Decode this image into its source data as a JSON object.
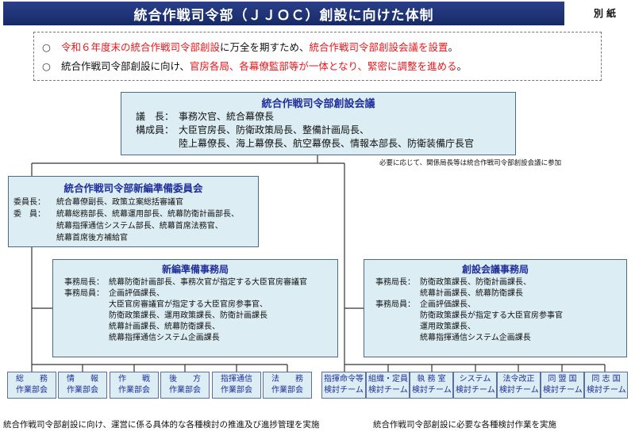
{
  "header": {
    "title": "統合作戦司令部（ＪＪＯＣ）創設に向けた体制",
    "annex_label": "別紙"
  },
  "notes": [
    {
      "bullet": "○",
      "parts": [
        {
          "text": "令和６年度末の統合作戦司令部創設",
          "red": true
        },
        {
          "text": "に万全を期すため、",
          "red": false
        },
        {
          "text": "統合作戦司令部創設会議を設置",
          "red": true
        },
        {
          "text": "。",
          "red": false
        }
      ]
    },
    {
      "bullet": "○",
      "parts": [
        {
          "text": "統合作戦司令部創設に向け、",
          "red": false
        },
        {
          "text": "官房各局、各幕僚監部等が一体となり、緊密に調整を進める",
          "red": true
        },
        {
          "text": "。",
          "red": false
        }
      ]
    }
  ],
  "council": {
    "title": "統合作戦司令部創設会議",
    "chair_label": "議　長：",
    "chair_value": "事務次官、統合幕僚長",
    "members_label": "構成員：",
    "members_line1": "大臣官房長、防衛政策局長、整備計画局長、",
    "members_line2": "陸上幕僚長、海上幕僚長、航空幕僚長、情報本部長、防衛装備庁長官"
  },
  "side_note": "必要に応じて、関係局長等は統合作戦司令部創設会議に参加",
  "prep_committee": {
    "title": "統合作戦司令部新編準備委員会",
    "chair_label": "委員長：",
    "chair_value": "統合幕僚副長、政策立案総括審議官",
    "members_label": "委　員：",
    "members_line1": "統幕総務部長、統幕運用部長、統幕防衛計画部長、",
    "members_line2": "統幕指揮通信システム部長、統幕首席法務官、",
    "members_line3": "統幕首席後方補給官"
  },
  "new_office": {
    "title": "新編準備事務局",
    "head_label": "事務局長：",
    "head_value": "統幕防衛計画部長、事務次官が指定する大臣官房審議官",
    "staff_label": "事務局員：",
    "staff_lines": [
      "企画評価課長、",
      "大臣官房審議官が指定する大臣官房参事官、",
      "防衛政策課長、運用政策課長、防衛計画課長",
      "統幕計画課長、統幕防衛課長、",
      "統幕指揮通信システム企画課長"
    ]
  },
  "founding_office": {
    "title": "創設会議事務局",
    "head_label": "事務局長：",
    "head_lines": [
      "防衛政策課長、防衛計画課長、",
      "統幕計画課長、統幕防衛課長"
    ],
    "staff_label": "事務局員：",
    "staff_lines": [
      "企画評価課長、",
      "防衛政策課長が指定する大臣官房参事官",
      "運用政策課長、",
      "統幕指揮通信システム企画課長"
    ]
  },
  "working_groups_left": [
    {
      "line1": "総　　務",
      "line2": "作業部会"
    },
    {
      "line1": "情　　報",
      "line2": "作業部会"
    },
    {
      "line1": "作　　戦",
      "line2": "作業部会"
    },
    {
      "line1": "後　　方",
      "line2": "作業部会"
    },
    {
      "line1": "指揮通信",
      "line2": "作業部会"
    },
    {
      "line1": "法　　務",
      "line2": "作業部会"
    }
  ],
  "working_groups_right": [
    {
      "line1": "指揮命令等",
      "line2": "検討チーム"
    },
    {
      "line1": "組織・定員",
      "line2": "検討チーム"
    },
    {
      "line1": "執 務 室",
      "line2": "検討チーム"
    },
    {
      "line1": "システム",
      "line2": "検討チーム"
    },
    {
      "line1": "法令改正",
      "line2": "検討チーム"
    },
    {
      "line1": "同 盟 国",
      "line2": "検討チーム"
    },
    {
      "line1": "同 志 国",
      "line2": "検討チーム"
    }
  ],
  "captions": {
    "left": "統合作戦司令部創設に向け、運営に係る具体的な各種検討の推進及び進捗管理を実施",
    "right": "統合作戦司令部創設に必要な各種検討作業を実施"
  },
  "colors": {
    "title_bar": "#1e3276",
    "box_fill": "#dcedf3",
    "box_title": "#1f2f9a",
    "emphasis_red": "#e8161b"
  }
}
